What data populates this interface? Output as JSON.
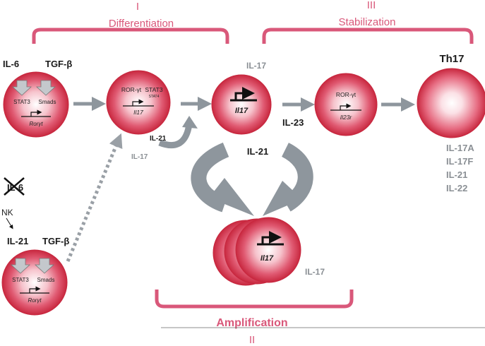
{
  "phases": {
    "differentiation": {
      "numeral": "I",
      "label": "Differentiation"
    },
    "stabilization": {
      "numeral": "III",
      "label": "Stabilization"
    },
    "amplification": {
      "numeral": "II",
      "label": "Amplification"
    }
  },
  "top_left": {
    "il6": "IL-6",
    "tgfb": "TGF-β"
  },
  "cell1": {
    "stat3": "STAT3",
    "smads": "Smads",
    "gene": "Rorγt"
  },
  "cell2": {
    "ror": "ROR-γt",
    "stat3": "STAT3",
    "stat4": "STAT4",
    "gene": "Il17"
  },
  "cell3": {
    "top_label": "IL-17",
    "gene": "Il17"
  },
  "il21_small": "IL-21",
  "il17_small": "IL-17",
  "cell4": {
    "ror": "ROR-γt",
    "gene": "Il23r"
  },
  "il23": "IL-23",
  "th17": {
    "title": "Th17",
    "products": [
      "IL-17A",
      "IL-17F",
      "IL-21",
      "IL-22"
    ]
  },
  "il21_mid": "IL-21",
  "amp_cluster": {
    "gene": "Il17",
    "il17": "IL-17"
  },
  "bottom_left": {
    "il6_crossed": "IL-6",
    "nk": "NK",
    "il21": "IL-21",
    "tgfb": "TGF-β"
  },
  "cell5": {
    "stat3": "STAT3",
    "smads": "Smads",
    "gene": "Rorγt"
  },
  "colors": {
    "brace": "#d9587a",
    "arrow": "#8e969d",
    "cell_edge": "#c8283f"
  }
}
